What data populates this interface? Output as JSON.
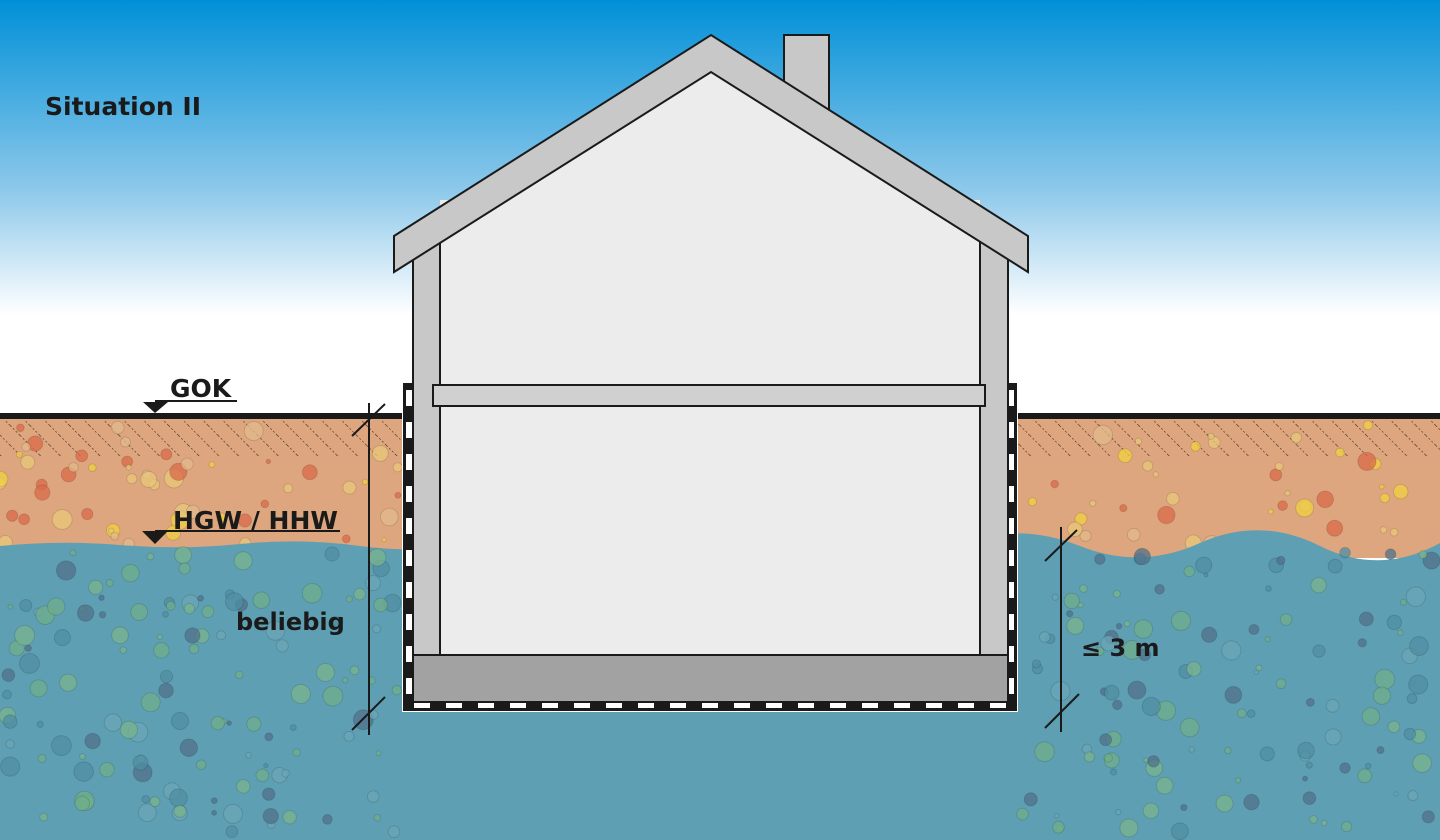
{
  "title": "Situation II",
  "labels": {
    "ground_level": "GOK",
    "groundwater_level": "HGW / HHW",
    "left_dimension": "beliebig",
    "right_dimension": "≤ 3 m"
  },
  "colors": {
    "sky_top": "#0090d8",
    "soil": "#dea67f",
    "water": "#5f9fb3",
    "wall": "#c8c8c8",
    "interior": "#ececec",
    "slab": "#a2a2a2"
  }
}
